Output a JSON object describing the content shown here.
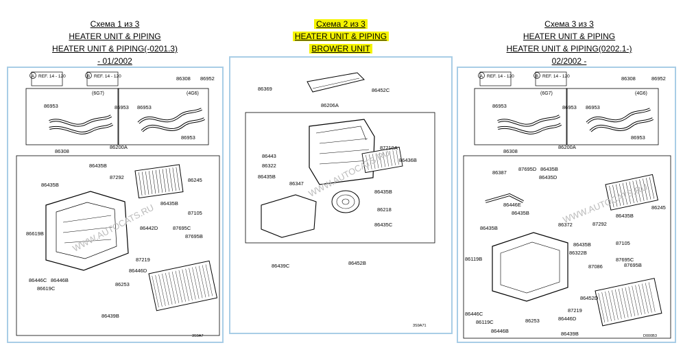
{
  "schemes": [
    {
      "title": "Схема 1 из 3",
      "line1": "HEATER UNIT & PIPING",
      "line2": "HEATER UNIT & PIPING(-0201.3)",
      "line3": "- 01/2002",
      "ref_a": "REF. 14 - 120",
      "ref_b": "REF. 14 - 120",
      "box_6g7": "(6G7)",
      "box_4g6": "(4G6)",
      "drawing_code": "3S9A7",
      "watermark": "WWW.AUTOCATS.RU",
      "labels": [
        "86308",
        "86952",
        "86953",
        "86953",
        "86953",
        "86953",
        "86308",
        "86200A",
        "86435B",
        "86435B",
        "87292",
        "86245",
        "86435B",
        "86619B",
        "87219",
        "86442D",
        "87695C",
        "87695B",
        "87105",
        "86446D",
        "86446C",
        "86446B",
        "86253",
        "86619C",
        "86439B"
      ]
    },
    {
      "title": "Схема 2 из 3",
      "line1": "HEATER UNIT & PIPING",
      "line2": "BROWER UNIT",
      "drawing_code": "3S9A71",
      "watermark": "WWW.AUTOCATS.RU",
      "labels": [
        "86369",
        "86452C",
        "86206A",
        "87210A",
        "86443",
        "86322",
        "86435B",
        "86347",
        "86436B",
        "86435B",
        "86218",
        "86435C",
        "86439C",
        "86452B"
      ]
    },
    {
      "title": "Схема 3 из 3",
      "line1": "HEATER UNIT & PIPING",
      "line2": "HEATER UNIT & PIPING(0202.1-)",
      "line3": "02/2002 -",
      "ref_a": "REF. 14 - 120",
      "ref_b": "REF. 14 - 120",
      "box_6g7": "(6G7)",
      "box_4g6": "(4G6)",
      "drawing_code": "D000B3",
      "watermark": "WWW.AUTOCATS.RU",
      "labels": [
        "86308",
        "86952",
        "86953",
        "86953",
        "86953",
        "86953",
        "86308",
        "86200A",
        "86387",
        "87695D",
        "86435B",
        "86435D",
        "86446E",
        "86435B",
        "86372",
        "86435B",
        "87292",
        "86245",
        "86435B",
        "86435B",
        "86322B",
        "87105",
        "86119B",
        "87086",
        "87695C",
        "87695B",
        "86452D",
        "86446C",
        "86119C",
        "86253",
        "87219",
        "86446D",
        "86446B",
        "86439B"
      ]
    }
  ]
}
